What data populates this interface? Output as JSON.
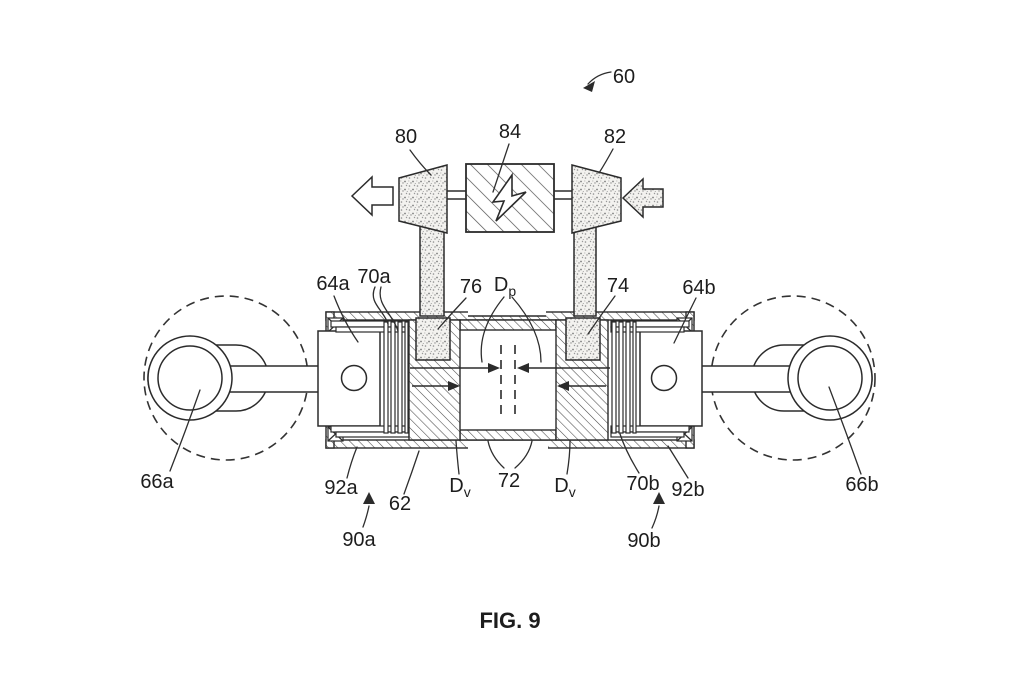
{
  "figure": {
    "caption": "FIG. 9",
    "ink_color": "#1d1d1d",
    "background_color": "#ffffff"
  },
  "labels": {
    "n60": "60",
    "n80": "80",
    "n84": "84",
    "n82": "82",
    "n64a": "64a",
    "n70a": "70a",
    "n76": "76",
    "d_p": {
      "main": "D",
      "sub": "p"
    },
    "n74": "74",
    "n64b": "64b",
    "n66a": "66a",
    "n66b": "66b",
    "n92a": "92a",
    "n62": "62",
    "d_v": {
      "main": "D",
      "sub": "v"
    },
    "n72": "72",
    "n70b": "70b",
    "n92b": "92b",
    "n90a": "90a",
    "n90b": "90b"
  }
}
